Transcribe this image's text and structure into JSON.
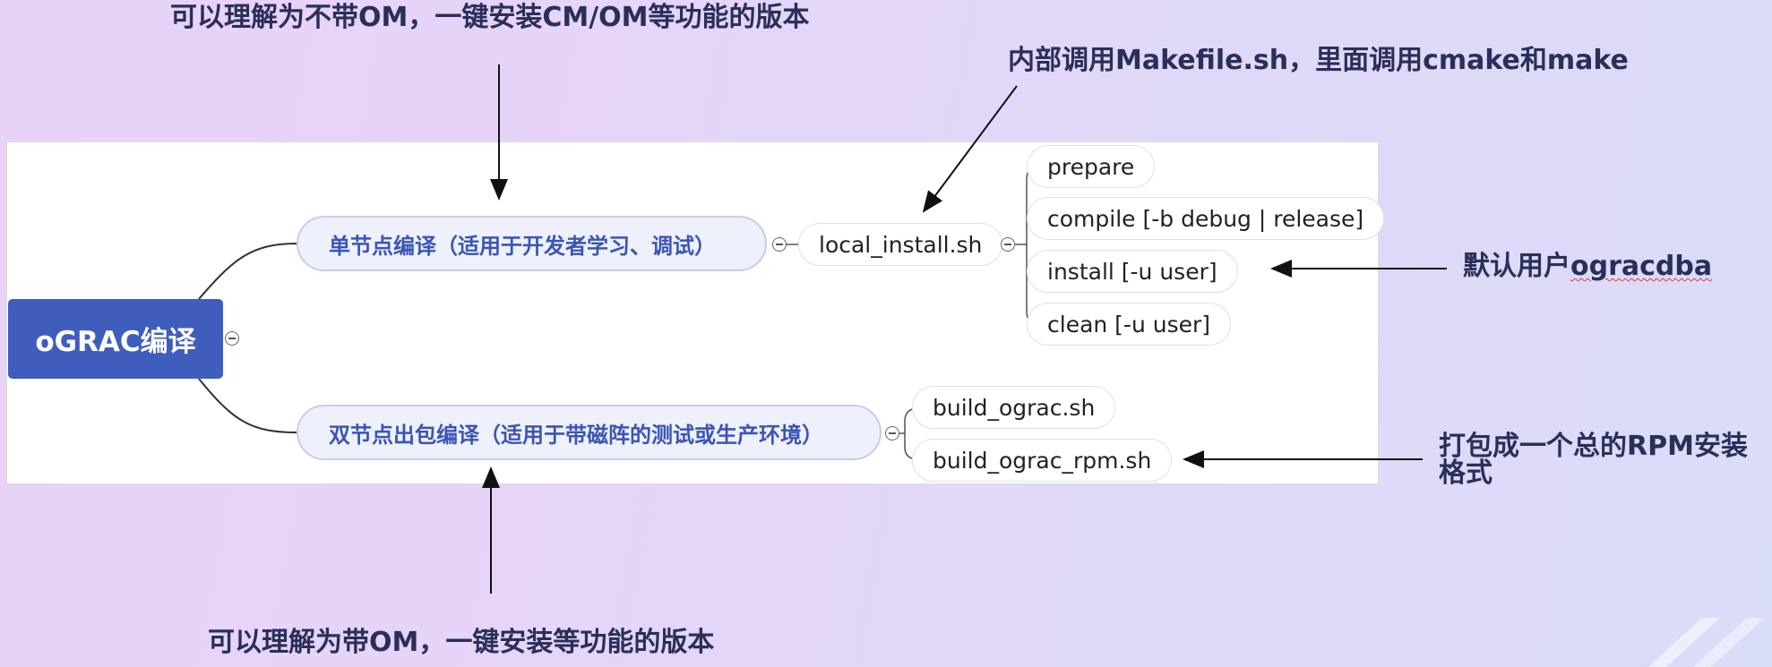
{
  "annotations": {
    "top_left": "可以理解为不带OM，一键安装CM/OM等功能的版本",
    "top_right": "内部调用Makefile.sh，里面调用cmake和make",
    "right_mid_prefix": "默认用户",
    "right_mid_user": "ogracdba",
    "right_bottom_line1": "打包成一个总的RPM安装",
    "right_bottom_line2": "格式",
    "bottom": "可以理解为带OM，一键安装等功能的版本"
  },
  "mindmap": {
    "root": "oGRAC编译",
    "branches": [
      {
        "label": "单节点编译（适用于开发者学习、调试）",
        "script": "local_install.sh",
        "options": [
          "prepare",
          "compile [-b debug | release]",
          "install [-u user]",
          "clean [-u user]"
        ]
      },
      {
        "label": "双节点出包编译（适用于带磁阵的测试或生产环境）",
        "scripts": [
          "build_ograc.sh",
          "build_ograc_rpm.sh"
        ]
      }
    ]
  },
  "colors": {
    "root_bg": "#3f5dbd",
    "branch_text": "#3a55b5",
    "annotation_text": "#2a2f5a"
  }
}
